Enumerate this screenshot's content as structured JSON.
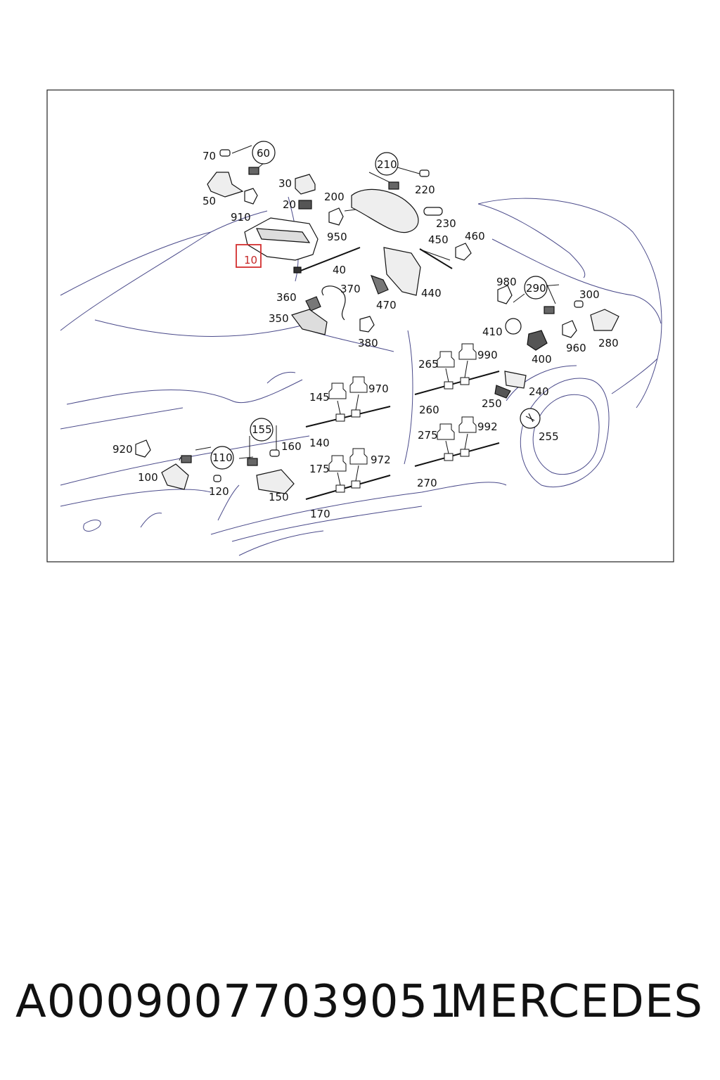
{
  "diagram": {
    "highlighted_part": "10",
    "labels": {
      "p10": "10",
      "p20": "20",
      "p30": "30",
      "p40": "40",
      "p50": "50",
      "p60": "60",
      "p70": "70",
      "p100": "100",
      "p110": "110",
      "p120": "120",
      "p140": "140",
      "p145": "145",
      "p150": "150",
      "p155": "155",
      "p160": "160",
      "p170": "170",
      "p175": "175",
      "p200": "200",
      "p210": "210",
      "p220": "220",
      "p230": "230",
      "p240": "240",
      "p250": "250",
      "p255": "255",
      "p260": "260",
      "p265": "265",
      "p270": "270",
      "p275": "275",
      "p280": "280",
      "p290": "290",
      "p300": "300",
      "p350": "350",
      "p360": "360",
      "p370": "370",
      "p380": "380",
      "p400": "400",
      "p410": "410",
      "p440": "440",
      "p450": "450",
      "p460": "460",
      "p470": "470",
      "p910": "910",
      "p920": "920",
      "p950": "950",
      "p960": "960",
      "p970": "970",
      "p972": "972",
      "p980": "980",
      "p990": "990",
      "p992": "992"
    },
    "colors": {
      "line": "#1a1a1a",
      "car_outline": "#4a4a8a",
      "highlight": "#d32f2f"
    }
  },
  "footer": {
    "part_number": "A0009007703905​1",
    "brand": "MERCEDES"
  }
}
